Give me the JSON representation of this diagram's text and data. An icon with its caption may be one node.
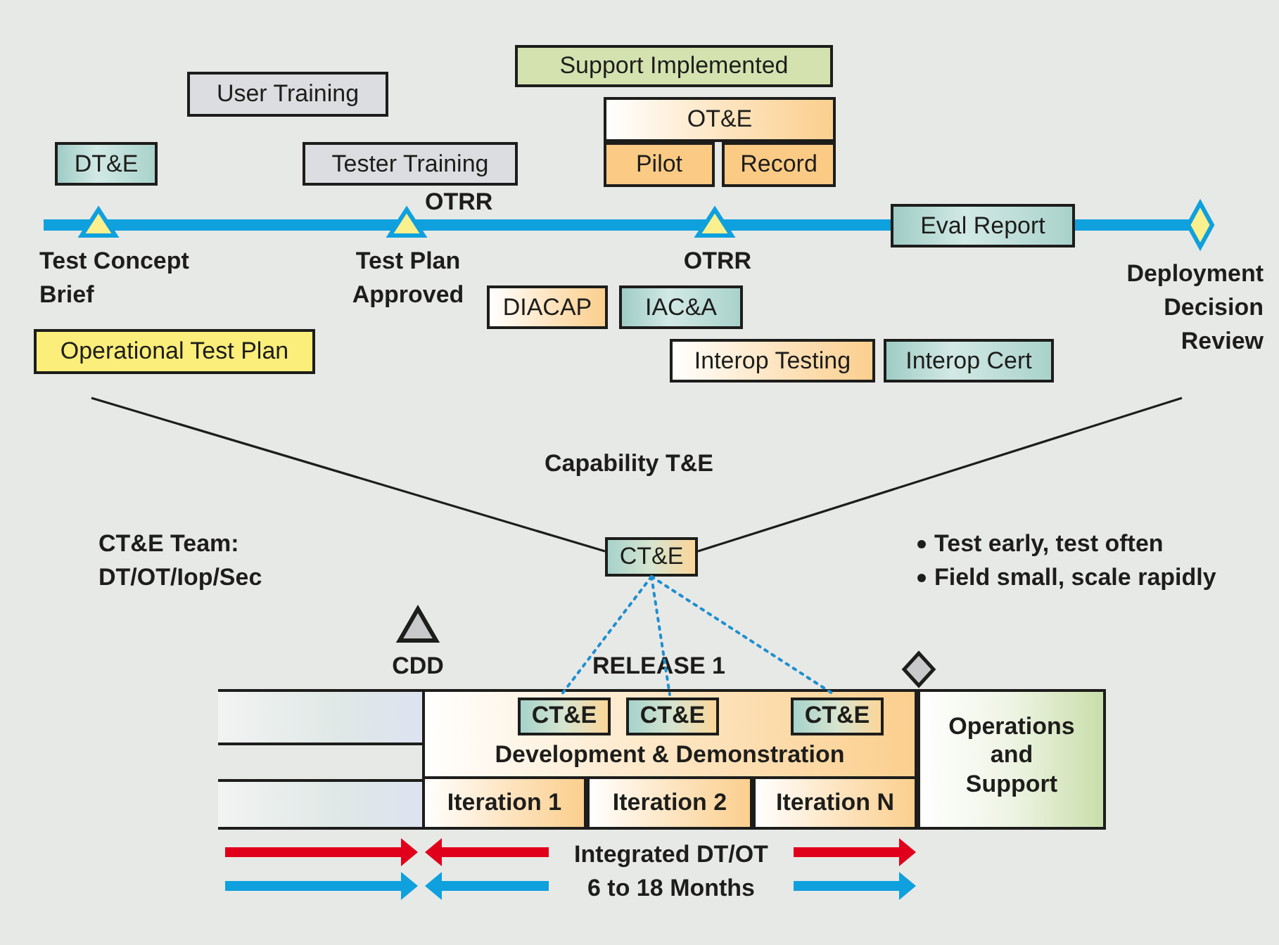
{
  "diagram": {
    "nodes": [
      {
        "text": [
          "Support Implemented"
        ]
      },
      {
        "text": [
          "User Training"
        ]
      },
      {
        "text": [
          "OT&E"
        ]
      },
      {
        "text": [
          "DT&E"
        ]
      },
      {
        "text": [
          "Tester Training"
        ]
      },
      {
        "text": [
          "Pilot"
        ]
      },
      {
        "text": [
          "Record"
        ]
      },
      {
        "text": [
          "Test Concept Brief"
        ]
      },
      {
        "text": [
          "Test Plan Approved"
        ],
        "beside": [
          "OTRR"
        ]
      },
      {
        "text": [
          "OTRR"
        ]
      },
      {
        "text": [
          "Eval Report"
        ]
      },
      {
        "text": [
          "Deployment Decision Review"
        ]
      },
      {
        "text": [
          "DIACAP"
        ]
      },
      {
        "text": [
          "IAC&A"
        ]
      },
      {
        "text": [
          "Operational Test Plan"
        ]
      },
      {
        "text": [
          "Interop Testing"
        ]
      },
      {
        "text": [
          "Interop Cert"
        ]
      },
      {
        "text": [
          "CT&E"
        ]
      },
      {
        "text": [
          "CDD"
        ]
      },
      {
        "text": [],
        "shape": "diamond"
      },
      {
        "text": [],
        "shape": "box"
      },
      {
        "text": [
          "Development & Demonstration"
        ]
      },
      {
        "text": [
          "Operations and Support"
        ]
      },
      {
        "text": [],
        "shape": "box"
      },
      {
        "text": [
          "Iteration 1"
        ]
      },
      {
        "text": [
          "Iteration 2"
        ]
      },
      {
        "text": [
          "Iteration N"
        ]
      },
      {
        "text": [
          "CT&E"
        ],
        "in": 21
      },
      {
        "text": [
          "CT&E"
        ],
        "in": 21
      },
      {
        "text": [
          "CT&E"
        ],
        "in": 21
      }
    ],
    "edges": [
      {
        "from": 17,
        "to": 27,
        "arrow": "none",
        "style": "dashed"
      },
      {
        "from": 17,
        "to": 28,
        "arrow": "none",
        "style": "dashed"
      },
      {
        "from": 17,
        "to": 29,
        "arrow": "none",
        "style": "dashed"
      }
    ],
    "labels": [
      "Capability T&E",
      "CT&E Team: DT/OT/Iop/Sec",
      "Test early, test often",
      "Field small, scale rapidly",
      "RELEASE 1",
      "Integrated DT/OT",
      "6 to 18 Months"
    ]
  }
}
